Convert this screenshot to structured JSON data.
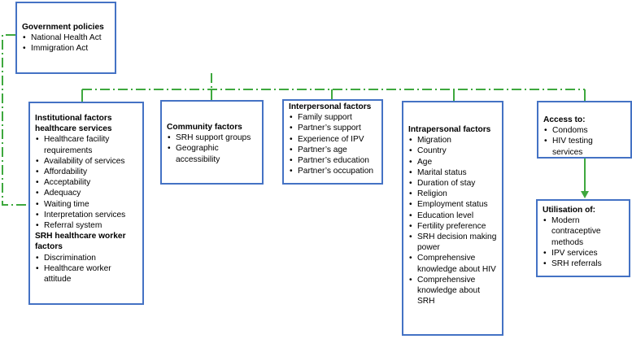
{
  "government": {
    "title": "Government policies",
    "items": [
      "National Health Act",
      "Immigration Act"
    ]
  },
  "institutional": {
    "title": "Institutional factors healthcare services",
    "items": [
      "Healthcare facility requirements",
      "Availability of services",
      "Affordability",
      "Acceptability",
      "Adequacy",
      "Waiting time",
      "Interpretation services",
      "Referral system"
    ],
    "worker_title": "SRH healthcare worker factors",
    "worker_items": [
      "Discrimination",
      "Healthcare worker attitude"
    ]
  },
  "community": {
    "title": "Community factors",
    "items": [
      "SRH support groups",
      "Geographic accessibility"
    ]
  },
  "interpersonal": {
    "title": "Interpersonal factors",
    "items": [
      "Family support",
      "Partner’s support",
      "Experience of IPV",
      "Partner’s age",
      "Partner’s education",
      "Partner’s occupation"
    ]
  },
  "intrapersonal": {
    "title": "Intrapersonal factors",
    "items": [
      "Migration",
      "Country",
      "Age",
      "Marital status",
      "Duration of stay",
      "Religion",
      "Employment status",
      "Education level",
      "Fertility preference",
      "SRH decision making power",
      "Comprehensive knowledge about HIV",
      "Comprehensive knowledge about SRH"
    ]
  },
  "access": {
    "title": "Access to:",
    "items": [
      "Condoms",
      "HIV testing services"
    ]
  },
  "utilisation": {
    "title": "Utilisation of:",
    "items": [
      "Modern contraceptive methods",
      "IPV services",
      "SRH referrals"
    ]
  },
  "colors": {
    "box_border": "#4472c4",
    "connector": "#3ea83e"
  }
}
